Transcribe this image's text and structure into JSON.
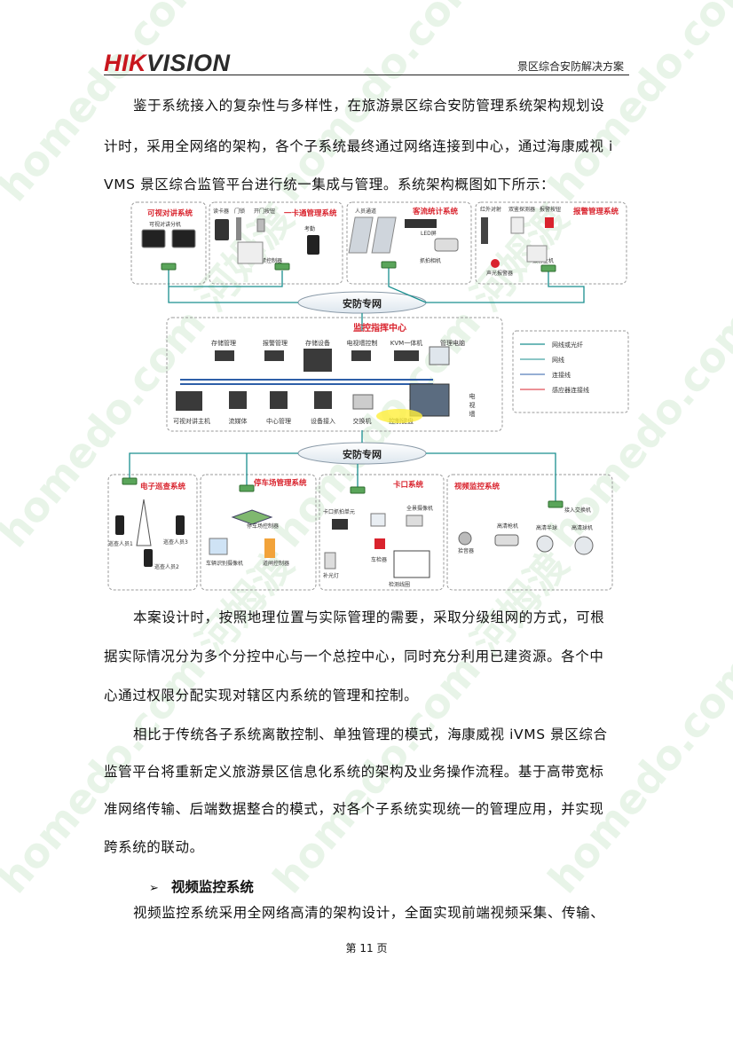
{
  "header": {
    "logo_hik": "HIK",
    "logo_vision": "VISION",
    "doc_title": "景区综合安防解决方案"
  },
  "paragraphs": [
    "鉴于系统接入的复杂性与多样性，在旅游景区综合安防管理系统架构规划设",
    "计时，采用全网络的架构，各个子系统最终通过网络连接到中心，通过海康威视 i",
    "VMS 景区综合监管平台进行统一集成与管理。系统架构概图如下所示：",
    "本案设计时，按照地理位置与实际管理的需要，采取分级组网的方式，可根",
    "据实际情况分为多个分控中心与一个总控中心，同时充分利用已建资源。各个中",
    "心通过权限分配实现对辖区内系统的管理和控制。",
    "相比于传统各子系统离散控制、单独管理的模式，海康威视 iVMS 景区综合",
    "监管平台将重新定义旅游景区信息化系统的架构及业务操作流程。基于高带宽标",
    "准网络传输、后端数据整合的模式，对各个子系统实现统一的管理应用，并实现",
    "跨系统的联动。"
  ],
  "section_heading": "视频监控系统",
  "section_body": "视频监控系统采用全网络高清的架构设计，全面实现前端视频采集、传输、",
  "page_number": "第 11 页",
  "watermark": "homedo.com 河姆渡",
  "diagram": {
    "top_systems": [
      {
        "title": "可视对讲系统",
        "labels": [
          "可视对讲分机"
        ]
      },
      {
        "title": "一卡通管理系统",
        "labels": [
          "读卡器",
          "门锁",
          "开门按钮",
          "门禁控制器",
          "考勤"
        ]
      },
      {
        "title": "客流统计系统",
        "labels": [
          "人员通道",
          "LED屏",
          "抓拍相机"
        ]
      },
      {
        "title": "报警管理系统",
        "labels": [
          "红外对射",
          "双鉴探测器",
          "报警按钮",
          "声光报警器",
          "报警主机"
        ]
      }
    ],
    "network_label": "安防专网",
    "center": {
      "title": "监控指挥中心",
      "top_labels": [
        "存储管理",
        "报警管理",
        "存储设备",
        "电视墙控制",
        "KVM一体机",
        "管理电脑"
      ],
      "bottom_labels": [
        "可视对讲主机",
        "流媒体",
        "中心管理",
        "设备接入",
        "交换机",
        "控制键盘"
      ],
      "wall_label": [
        "电",
        "视",
        "墙"
      ]
    },
    "legend": [
      "网线或光纤",
      "网线",
      "连接线",
      "感应器连接线"
    ],
    "network_label_2": "安防专网",
    "bottom_systems": [
      {
        "title": "电子巡查系统",
        "labels": [
          "巡查人员1",
          "巡查人员3",
          "巡查人员2"
        ]
      },
      {
        "title": "停车场管理系统",
        "labels": [
          "停车场控制器",
          "车辆识别摄像机",
          "道闸控制器"
        ]
      },
      {
        "title": "卡口系统",
        "labels": [
          "卡口抓拍单元",
          "全景摄像机",
          "补光灯",
          "车检器",
          "检测线圈"
        ]
      },
      {
        "title": "视频监控系统",
        "labels": [
          "接入交换机",
          "拾音器",
          "高清枪机",
          "高清半球",
          "高清球机"
        ]
      }
    ],
    "colors": {
      "title_red": "#d9232d",
      "line_teal": "#1a8f8f",
      "line_blue": "#2e5fa8",
      "line_red": "#d9232d",
      "switch_green": "#5aa55a"
    }
  }
}
